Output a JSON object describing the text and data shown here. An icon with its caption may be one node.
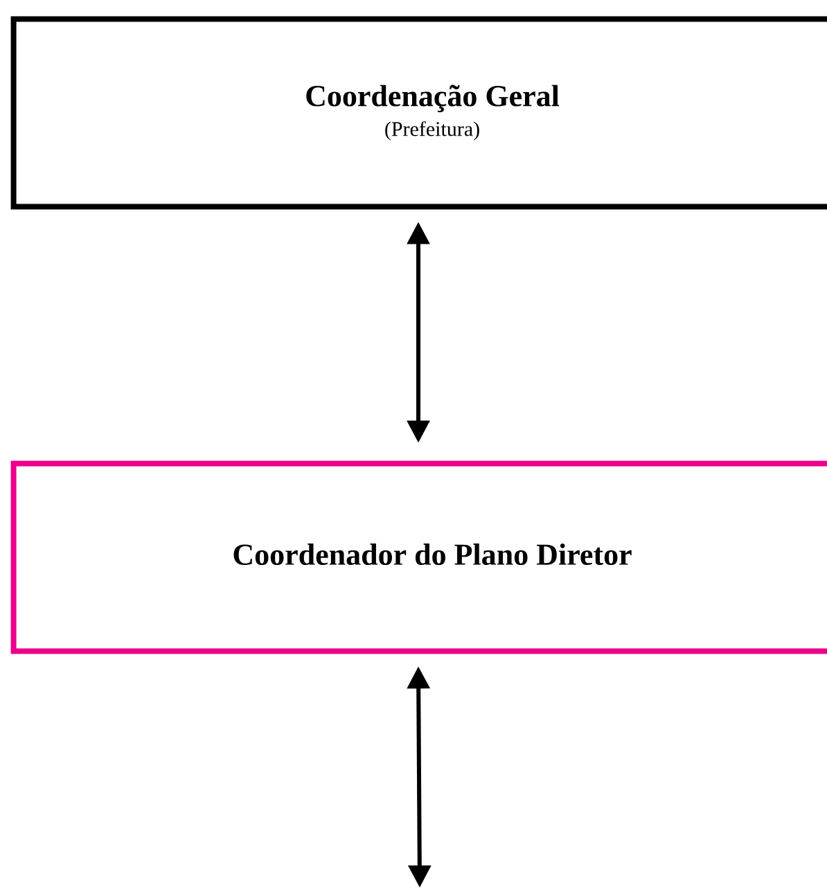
{
  "diagram": {
    "nodes": [
      {
        "text": [
          "Coordenação Geral",
          "(Prefeitura)"
        ]
      },
      {
        "text": [
          "Coordenador do Plano Diretor"
        ]
      }
    ],
    "edges": [
      {
        "from": 0,
        "to": 1,
        "arrow": "both"
      },
      {
        "from": 1,
        "to": null,
        "arrow": "both"
      }
    ]
  }
}
